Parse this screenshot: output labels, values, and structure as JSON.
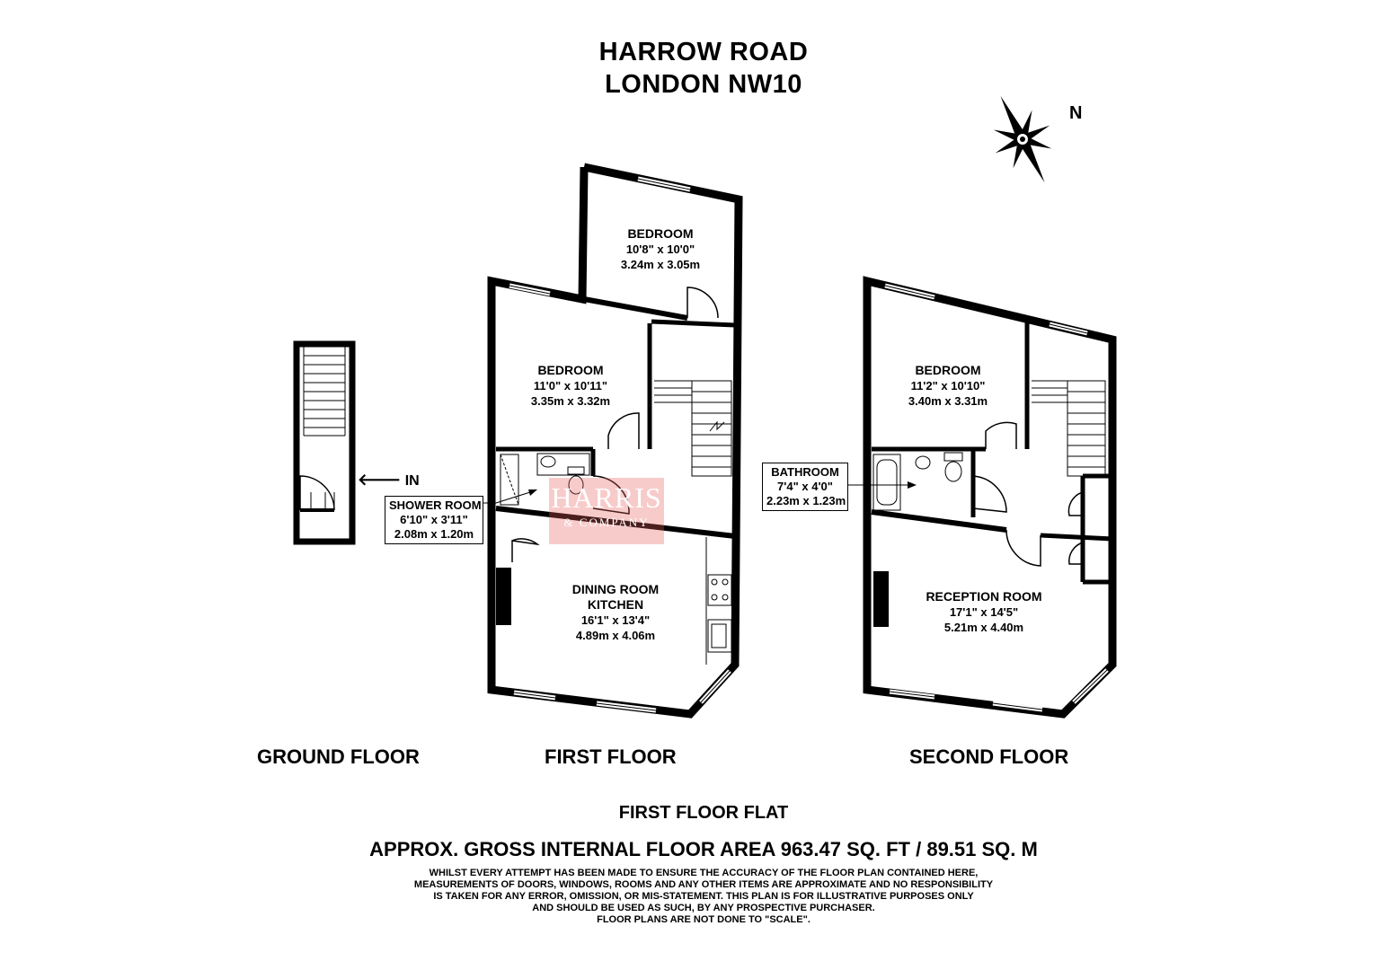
{
  "header": {
    "line1": "HARROW ROAD",
    "line2": "LONDON NW10"
  },
  "compass": {
    "label": "N",
    "icon": "compass-rose-icon"
  },
  "floors": {
    "ground": "GROUND FLOOR",
    "first": "FIRST FLOOR",
    "second": "SECOND FLOOR"
  },
  "entrance": {
    "label": "IN",
    "icon": "arrow-left-icon"
  },
  "rooms": {
    "first_bedroom_rear": {
      "name": "BEDROOM",
      "imperial": "10'8\" x 10'0\"",
      "metric": "3.24m x 3.05m"
    },
    "first_bedroom": {
      "name": "BEDROOM",
      "imperial": "11'0\" x 10'11\"",
      "metric": "3.35m x 3.32m"
    },
    "shower_room": {
      "name": "SHOWER ROOM",
      "imperial": "6'10\" x 3'11\"",
      "metric": "2.08m x 1.20m"
    },
    "dining_kitchen": {
      "name1": "DINING ROOM",
      "name2": "KITCHEN",
      "imperial": "16'1\" x 13'4\"",
      "metric": "4.89m x 4.06m"
    },
    "second_bedroom": {
      "name": "BEDROOM",
      "imperial": "11'2\" x 10'10\"",
      "metric": "3.40m x 3.31m"
    },
    "bathroom": {
      "name": "BATHROOM",
      "imperial": "7'4\" x 4'0\"",
      "metric": "2.23m x 1.23m"
    },
    "reception": {
      "name": "RECEPTION ROOM",
      "imperial": "17'1\" x 14'5\"",
      "metric": "5.21m x 4.40m"
    }
  },
  "watermark": {
    "line1": "HARRIS",
    "line2": "& COMPANY"
  },
  "footer": {
    "subtitle": "FIRST FLOOR FLAT",
    "area": "APPROX. GROSS INTERNAL FLOOR AREA 963.47 SQ. FT / 89.51 SQ. M",
    "disclaimer": [
      "WHILST EVERY ATTEMPT HAS BEEN MADE TO ENSURE THE ACCURACY OF THE FLOOR PLAN CONTAINED HERE,",
      "MEASUREMENTS OF DOORS, WINDOWS, ROOMS AND ANY OTHER ITEMS ARE APPROXIMATE AND NO RESPONSIBILITY",
      "IS TAKEN FOR ANY ERROR, OMISSION, OR MIS-STATEMENT. THIS PLAN IS FOR ILLUSTRATIVE PURPOSES ONLY",
      "AND SHOULD BE USED AS SUCH, BY ANY PROSPECTIVE PURCHASER.",
      "FLOOR PLANS ARE NOT DONE TO \"SCALE\"."
    ]
  }
}
